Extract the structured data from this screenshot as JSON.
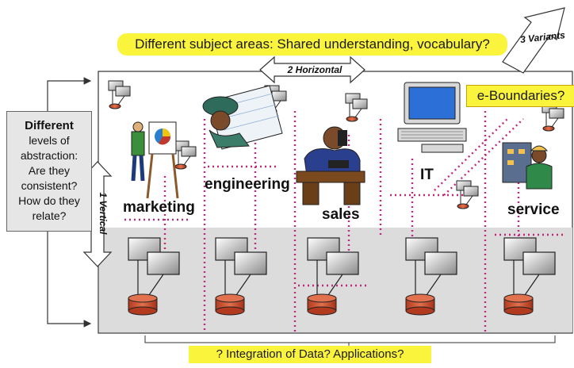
{
  "top_callout": "Different subject areas: Shared understanding, vocabulary?",
  "variants_label": "3 Variants",
  "horizontal_label": "2 Horizontal",
  "vertical_label": "1 Vertical",
  "eboundaries": "e-Boundaries?",
  "left_box": {
    "title": "Different",
    "lines": [
      "levels of",
      "abstraction:",
      "Are they",
      "consistent?",
      "How do they",
      "relate?"
    ]
  },
  "departments": [
    "marketing",
    "engineering",
    "sales",
    "IT",
    "service"
  ],
  "bottom_callout": "? Integration of Data? Applications?",
  "colors": {
    "callout": "#fbf43c",
    "dotted": "#c0287d",
    "db": "#d9593a",
    "lower_band": "#dcdcdc"
  }
}
